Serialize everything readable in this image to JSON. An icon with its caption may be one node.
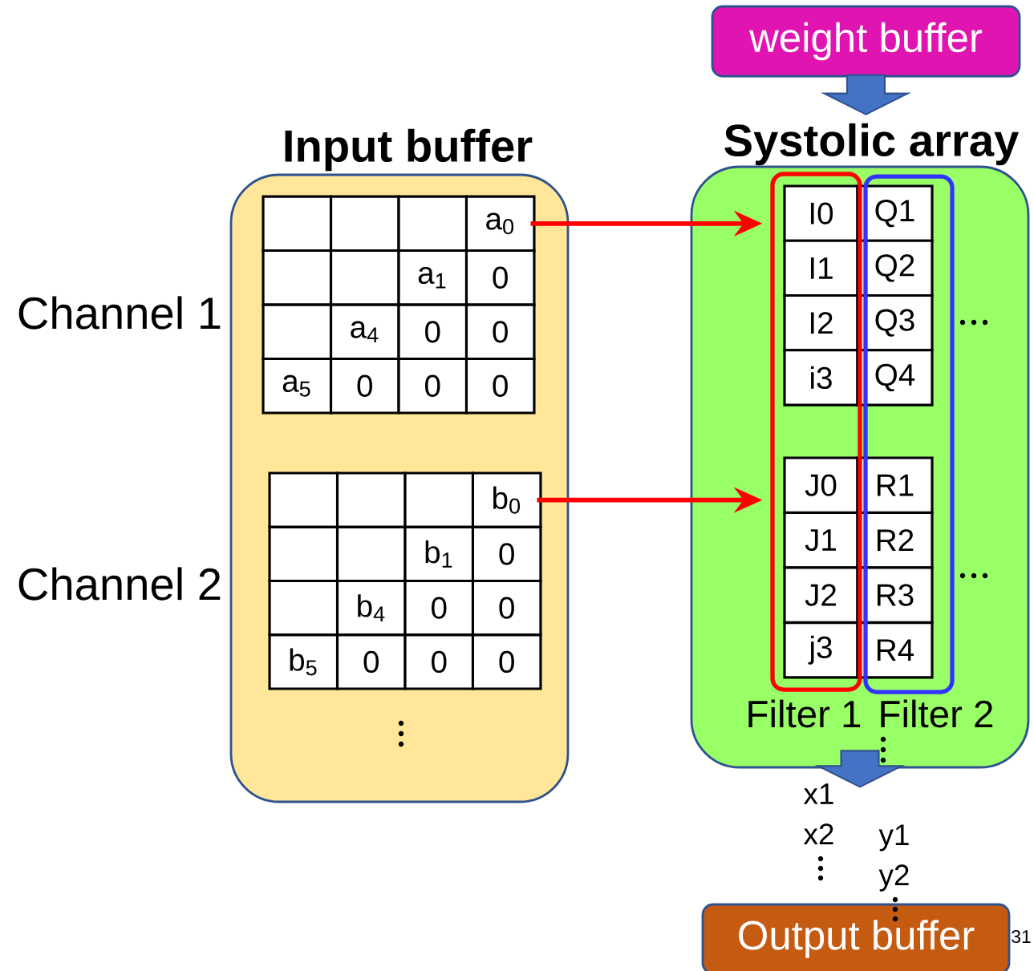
{
  "diagram": {
    "nodes": [
      {
        "text": [
          "weight buffer"
        ]
      },
      {
        "text": [
          "Input buffer"
        ]
      },
      {
        "text": [],
        "shape": "box",
        "in": 1
      },
      {
        "text": [],
        "shape": "box",
        "in": 1
      },
      {
        "text": [],
        "shape": "box",
        "in": 1
      },
      {
        "text": [
          "a$_{0}$"
        ],
        "in": 1
      },
      {
        "text": [],
        "shape": "box",
        "in": 1
      },
      {
        "text": [],
        "shape": "box",
        "in": 1
      },
      {
        "text": [
          "a$_{1}$"
        ],
        "in": 1
      },
      {
        "text": [
          "0"
        ],
        "in": 1
      },
      {
        "text": [],
        "shape": "box",
        "in": 1
      },
      {
        "text": [
          "a$_{4}$"
        ],
        "in": 1
      },
      {
        "text": [
          "0"
        ],
        "in": 1
      },
      {
        "text": [
          "0"
        ],
        "in": 1
      },
      {
        "text": [
          "a$_{5}$"
        ],
        "in": 1
      },
      {
        "text": [
          "0"
        ],
        "in": 1
      },
      {
        "text": [
          "0"
        ],
        "in": 1
      },
      {
        "text": [
          "0"
        ],
        "in": 1
      },
      {
        "text": [],
        "shape": "box",
        "in": 1
      },
      {
        "text": [],
        "shape": "box",
        "in": 1
      },
      {
        "text": [],
        "shape": "box",
        "in": 1
      },
      {
        "text": [
          "b$_{0}$"
        ],
        "in": 1
      },
      {
        "text": [],
        "shape": "box",
        "in": 1
      },
      {
        "text": [],
        "shape": "box",
        "in": 1
      },
      {
        "text": [
          "b$_{1}$"
        ],
        "in": 1
      },
      {
        "text": [
          "0"
        ],
        "in": 1
      },
      {
        "text": [],
        "shape": "box",
        "in": 1
      },
      {
        "text": [
          "b$_{4}$"
        ],
        "in": 1
      },
      {
        "text": [
          "0"
        ],
        "in": 1
      },
      {
        "text": [
          "0"
        ],
        "in": 1
      },
      {
        "text": [
          "b$_{5}$"
        ],
        "in": 1
      },
      {
        "text": [
          "0"
        ],
        "in": 1
      },
      {
        "text": [
          "0"
        ],
        "in": 1
      },
      {
        "text": [
          "0"
        ],
        "in": 1
      },
      {
        "text": [
          "Systolic array"
        ]
      },
      {
        "text": [
          "Filter 1"
        ],
        "in": 34
      },
      {
        "text": [
          "I0"
        ],
        "in": 35
      },
      {
        "text": [
          "I1"
        ],
        "in": 35
      },
      {
        "text": [
          "I2"
        ],
        "in": 35
      },
      {
        "text": [
          "i3"
        ],
        "in": 35
      },
      {
        "text": [
          "J0"
        ],
        "in": 35
      },
      {
        "text": [
          "J1"
        ],
        "in": 35
      },
      {
        "text": [
          "J2"
        ],
        "in": 35
      },
      {
        "text": [
          "j3"
        ],
        "in": 35
      },
      {
        "text": [
          "Filter 2"
        ],
        "in": 34
      },
      {
        "text": [
          "Q1"
        ],
        "in": 44
      },
      {
        "text": [
          "Q2"
        ],
        "in": 44
      },
      {
        "text": [
          "Q3"
        ],
        "in": 44
      },
      {
        "text": [
          "Q4"
        ],
        "in": 44
      },
      {
        "text": [
          "R1"
        ],
        "in": 44
      },
      {
        "text": [
          "R2"
        ],
        "in": 44
      },
      {
        "text": [
          "R3"
        ],
        "in": 44
      },
      {
        "text": [
          "R4"
        ],
        "in": 44
      },
      {
        "text": [
          "Output buffer"
        ]
      }
    ],
    "edges": [
      {
        "from": 0,
        "to": 34,
        "arrow": "to",
        "style": "thick",
        "color": "#4472c4"
      },
      {
        "from": 5,
        "to": 35,
        "arrow": "to",
        "color": "#ff0000"
      },
      {
        "from": 21,
        "to": 35,
        "arrow": "to",
        "color": "#ff0000"
      },
      {
        "from": 34,
        "to": null,
        "arrow": "to",
        "style": "thick",
        "color": "#4472c4"
      }
    ],
    "labels": [
      "Channel 1",
      "Channel 2",
      "x1",
      "x2",
      "y1",
      "y2",
      "31"
    ]
  }
}
